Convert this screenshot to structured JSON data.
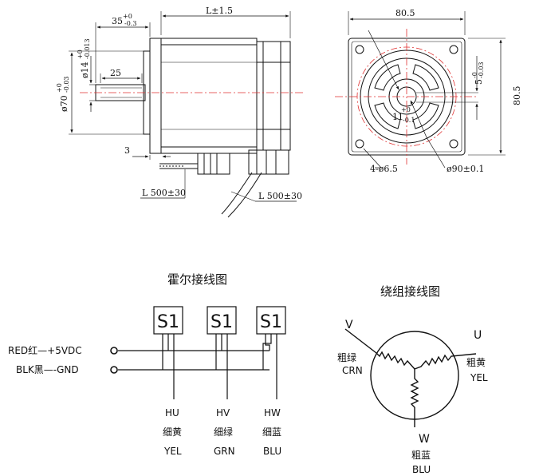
{
  "drawing": {
    "side_view": {
      "length_label": "L±1.5",
      "shaft_len_main": "35",
      "shaft_len_tol_top": "+0",
      "shaft_len_tol_bot": "-0.3",
      "key_len": "25",
      "shaft_dia_label": "ø14",
      "shaft_dia_tol_top": "+0",
      "shaft_dia_tol_bot": "-0.013",
      "pilot_dia_label": "ø70",
      "pilot_dia_tol_top": "+0",
      "pilot_dia_tol_bot": "-0.03",
      "flange_thk": "3",
      "cable1": "L 500±30",
      "cable2": "L 500±30"
    },
    "front_view": {
      "width_label": "80.5",
      "height_label": "80.5",
      "key_label": "5",
      "key_tol_top": "-0",
      "key_tol_bot": "-0.03",
      "shaft_label": "11",
      "shaft_tol_top": "+0",
      "shaft_tol_bot": "-0.1",
      "holes_label": "4-ø6.5",
      "pcd_label": "ø90±0.1"
    }
  },
  "hall": {
    "title": "霍尔接线图",
    "sensor_label": "S1",
    "power_lines": [
      {
        "text": "RED红—+5VDC"
      },
      {
        "text": "BLK黑—-GND"
      }
    ],
    "outputs": [
      {
        "code": "HU",
        "cn": "细黄",
        "en": "YEL"
      },
      {
        "code": "HV",
        "cn": "细绿",
        "en": "GRN"
      },
      {
        "code": "HW",
        "cn": "细蓝",
        "en": "BLU"
      }
    ]
  },
  "winding": {
    "title": "绕组接线图",
    "v": {
      "code": "V",
      "cn": "粗绿",
      "en": "CRN"
    },
    "u": {
      "code": "U",
      "cn": "粗黄",
      "en": "YEL"
    },
    "w": {
      "code": "W",
      "cn": "粗蓝",
      "en": "BLU"
    }
  },
  "colors": {
    "line": "#111111",
    "centerline": "#e03030",
    "bg": "#ffffff"
  }
}
